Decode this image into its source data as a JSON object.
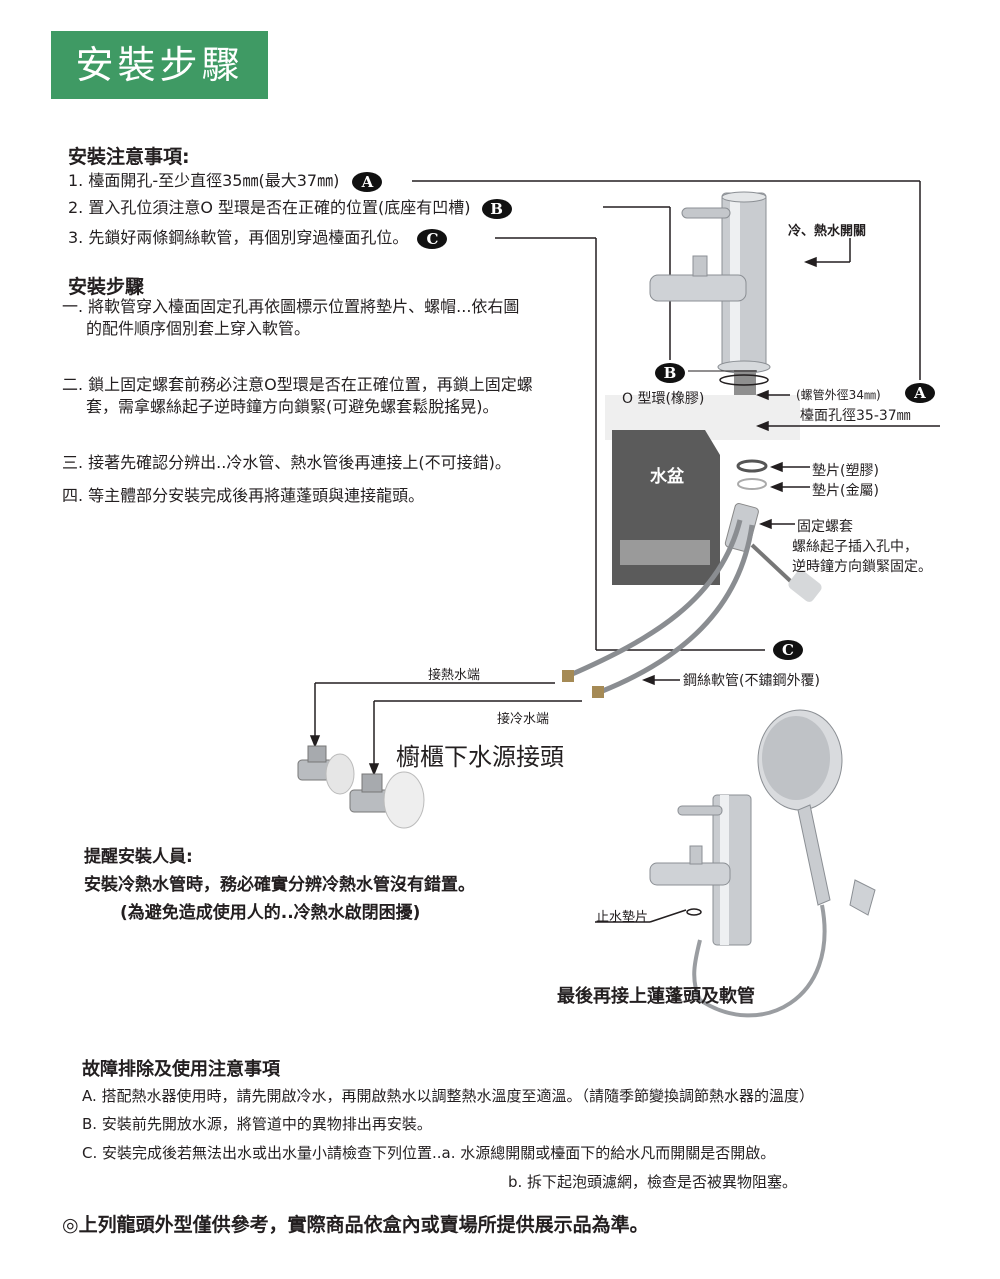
{
  "banner": {
    "title": "安裝步驟",
    "color": "#3f9a64"
  },
  "notes": {
    "title": "安裝注意事項:",
    "items": [
      {
        "text": "1. 檯面開孔-至少直徑35㎜(最大37㎜)",
        "badge": "A"
      },
      {
        "text": "2. 置入孔位須注意O 型環是否在正確的位置(底座有凹槽)",
        "badge": "B"
      },
      {
        "text": "3. 先鎖好兩條鋼絲軟管，再個別穿過檯面孔位。",
        "badge": "C"
      }
    ]
  },
  "steps": {
    "title": "安裝步驟",
    "items": [
      {
        "line1": "一. 將軟管穿入檯面固定孔再依圖標示位置將墊片、螺帽...依右圖",
        "line2": "的配件順序個別套上穿入軟管。"
      },
      {
        "line1": "二. 鎖上固定螺套前務必注意O型環是否在正確位置，再鎖上固定螺",
        "line2": "套，需拿螺絲起子逆時鐘方向鎖緊(可避免螺套鬆脫搖晃)。"
      },
      {
        "line1": "三. 接著先確認分辨出..冷水管、熱水管後再連接上(不可接錯)。",
        "line2": ""
      },
      {
        "line1": "四. 等主體部分安裝完成後再將蓮蓬頭與連接龍頭。",
        "line2": ""
      }
    ]
  },
  "diagram": {
    "hot_cold_switch": "冷、熱水開關",
    "badge_a": "A",
    "badge_b": "B",
    "badge_c": "C",
    "o_ring": "O 型環(橡膠)",
    "pipe_od": "(螺管外徑34㎜)",
    "hole_dia": "檯面孔徑35-37㎜",
    "sink": "水盆",
    "washer_plastic": "墊片(塑膠)",
    "washer_metal": "墊片(金屬)",
    "fix_nut": "固定螺套",
    "screwdriver_1": "螺絲起子插入孔中，",
    "screwdriver_2": "逆時鐘方向鎖緊固定。",
    "hose": "鋼絲軟管(不鏽鋼外覆)",
    "hot_end": "接熱水端",
    "cold_end": "接冷水端",
    "valve_title": "櫥櫃下水源接頭",
    "stop_washer": "止水墊片",
    "shower_caption": "最後再接上蓮蓬頭及軟管"
  },
  "reminder": {
    "title": "提醒安裝人員:",
    "line1": "安裝冷熱水管時，務必確實分辨冷熱水管沒有錯置。",
    "line2": "(為避免造成使用人的..冷熱水啟閉困擾)"
  },
  "troubleshoot": {
    "title": "故障排除及使用注意事項",
    "items": [
      "A. 搭配熱水器使用時，請先開啟冷水，再開啟熱水以調整熱水溫度至適溫。（請隨季節變換調節熱水器的溫度）",
      "B. 安裝前先開放水源，將管道中的異物排出再安裝。",
      "C. 安裝完成後若無法出水或出水量小請檢查下列位置..a. 水源總開關或檯面下的給水凡而開關是否開啟。"
    ],
    "sub_item": "b. 拆下起泡頭濾網，檢查是否被異物阻塞。"
  },
  "footer": {
    "note": "◎上列龍頭外型僅供參考，實際商品依盒內或賣場所提供展示品為準。"
  }
}
